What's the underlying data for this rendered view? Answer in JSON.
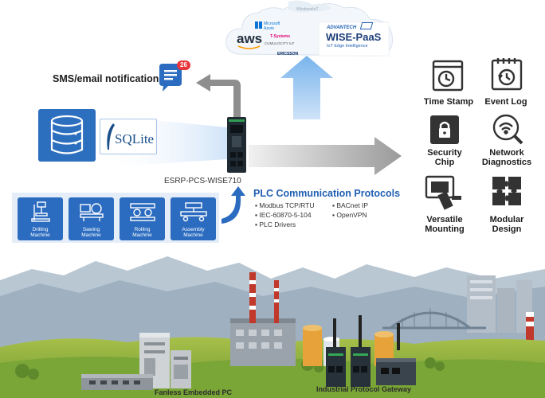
{
  "cloud": {
    "brands": {
      "windows_iot": "WindowsIoT",
      "azure": "Microsoft Azure",
      "aws": "aws",
      "tsystems": "T-Systems",
      "cumulocity": "CUMULOCITY IoT",
      "ericsson": "ERICSSON",
      "advantech": "ADVANTECH",
      "wisepaas": "WISE-PaaS",
      "wisepaas_sub": "IoT Edge Intelligence"
    }
  },
  "notifications": {
    "label": "SMS/email notifications",
    "badge_count": "26"
  },
  "database": {
    "sqlite_label": "SQLite"
  },
  "device": {
    "name": "ESRP-PCS-WISE710"
  },
  "machines": [
    {
      "label": "Drilling Machine",
      "icon": "drilling-machine-icon"
    },
    {
      "label": "Sawing Machine",
      "icon": "sawing-machine-icon"
    },
    {
      "label": "Rolling Machine",
      "icon": "rolling-machine-icon"
    },
    {
      "label": "Assembly Machine",
      "icon": "assembly-machine-icon"
    }
  ],
  "protocols": {
    "title": "PLC Communication Protocols",
    "col1": [
      "Modbus TCP/RTU",
      "IEC-60870-5-104",
      "PLC Drivers"
    ],
    "col2": [
      "BACnet IP",
      "OpenVPN"
    ]
  },
  "features": [
    {
      "label": "Time Stamp",
      "icon": "time-stamp-icon"
    },
    {
      "label": "Event Log",
      "icon": "event-log-icon"
    },
    {
      "label": "Security Chip",
      "icon": "security-chip-icon"
    },
    {
      "label": "Network Diagnostics",
      "icon": "network-diagnostics-icon"
    },
    {
      "label": "Versatile Mounting",
      "icon": "versatile-mounting-icon"
    },
    {
      "label": "Modular Design",
      "icon": "modular-design-icon"
    }
  ],
  "captions": {
    "embedded_pc": "Fanless Embedded PC",
    "gateway": "Industrial Protocol Gateway"
  },
  "colors": {
    "primary_blue": "#2b6cc0",
    "title_blue": "#1f5fb2",
    "badge_red": "#e8343a",
    "feature_icon": "#333333"
  }
}
